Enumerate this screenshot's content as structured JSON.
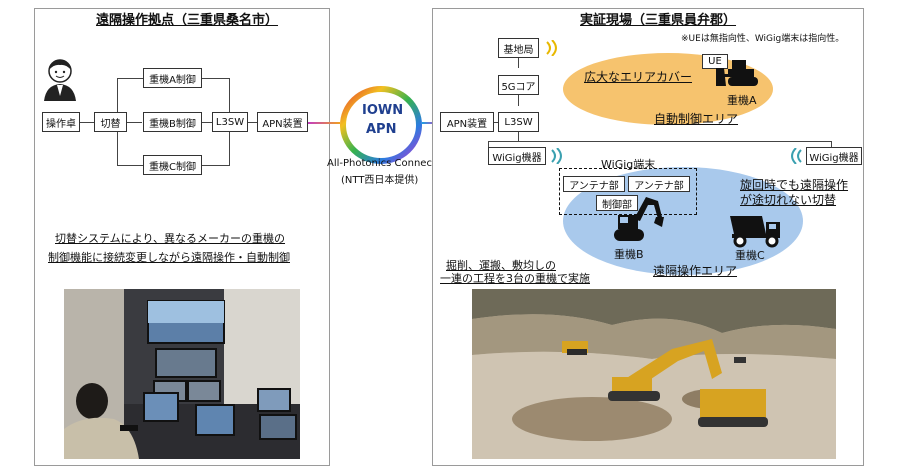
{
  "left_panel": {
    "title": "遠隔操作拠点（三重県桑名市）",
    "operator_desk": "操作卓",
    "switch": "切替",
    "control_a": "重機A制御",
    "control_b": "重機B制御",
    "control_c": "重機C制御",
    "l3sw": "L3SW",
    "apn": "APN装置",
    "caption_line1": "切替システムにより、異なるメーカーの重機の",
    "caption_line2": "制御機能に接続変更しながら遠隔操作・自動制御"
  },
  "center": {
    "iown_line1": "IOWN",
    "iown_line2": "APN",
    "apc_line1": "All-Photonics Connect",
    "apc_line2": "(NTT西日本提供)"
  },
  "right_panel": {
    "title": "実証現場（三重県員弁郡）",
    "note": "※UEは無指向性、WiGig端末は指向性。",
    "base_station": "基地局",
    "core_5g": "5Gコア",
    "l3sw": "L3SW",
    "apn": "APN装置",
    "wigig_left": "WiGig機器",
    "wigig_right": "WiGig機器",
    "wide_area": "広大なエリアカバー",
    "ue": "UE",
    "machine_a": "重機A",
    "auto_area": "自動制御エリア",
    "wigig_terminal": "WiGig端末",
    "antenna_1": "アンテナ部",
    "antenna_2": "アンテナ部",
    "control_unit": "制御部",
    "swivel_line1": "旋回時でも遠隔操作",
    "swivel_line2": "が途切れない切替",
    "machine_b": "重機B",
    "machine_c": "重機C",
    "remote_area": "遠隔操作エリア",
    "process_line1": "掘削、運搬、敷均しの",
    "process_line2": "一連の工程を3台の重機で実施"
  },
  "colors": {
    "accent_orange": "#f6c36e",
    "accent_blue": "#a9c9ec",
    "iown_blue": "#1f3f8f",
    "signal_yellow": "#e8b800",
    "signal_teal": "#3aa0b0"
  }
}
